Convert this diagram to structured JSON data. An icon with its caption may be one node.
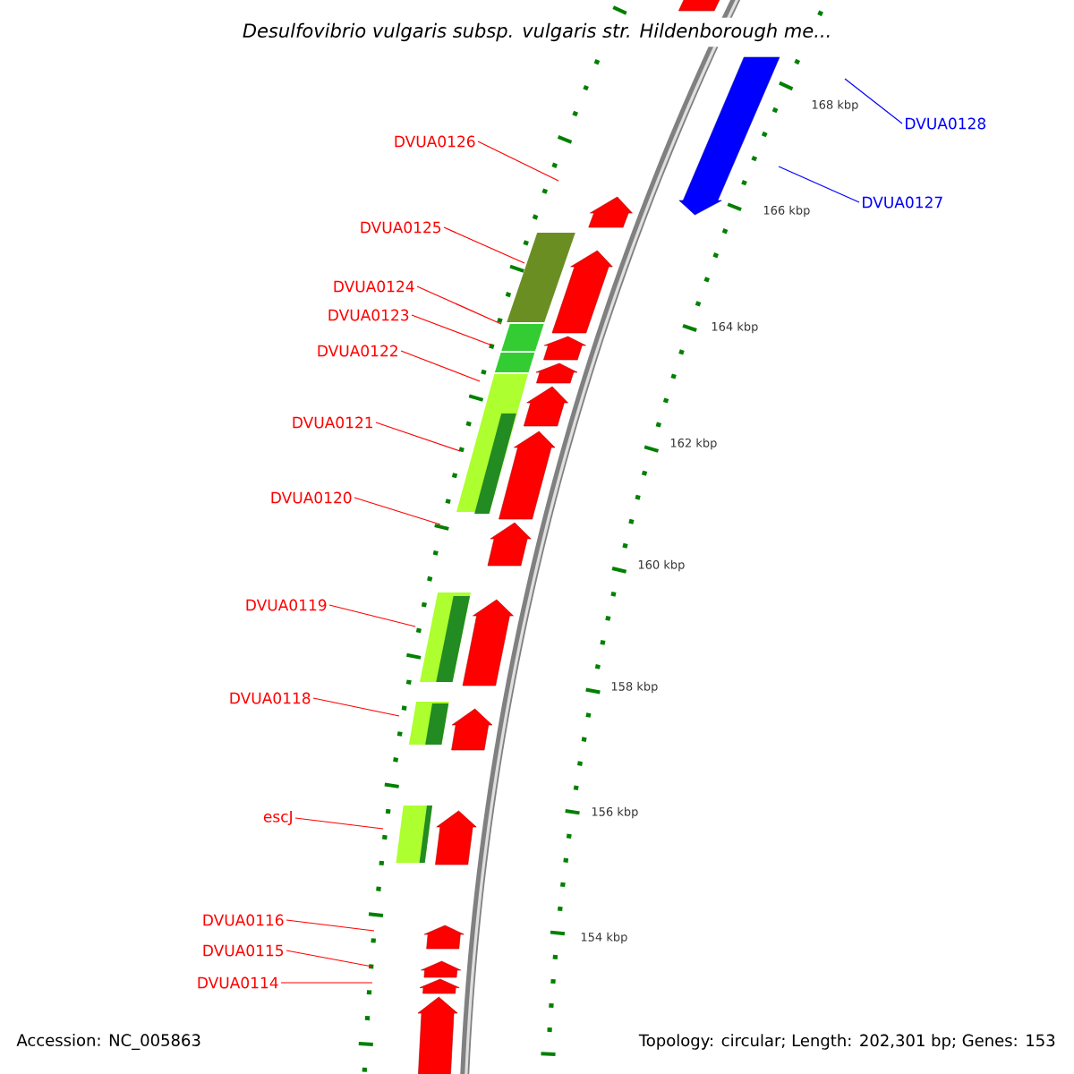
{
  "diagram": {
    "title": "Desulfovibrio vulgaris subsp. vulgaris str. Hildenborough me...",
    "nodes": [
      {
        "text": [
          "DVUA0128"
        ]
      },
      {
        "text": [
          "DVUA0126"
        ]
      },
      {
        "text": [
          "DVUA0127"
        ]
      },
      {
        "text": [
          "DVUA0125"
        ]
      },
      {
        "text": [
          "DVUA0124"
        ]
      },
      {
        "text": [
          "DVUA0123"
        ]
      },
      {
        "text": [
          "DVUA0122"
        ]
      },
      {
        "text": [
          "DVUA0121"
        ]
      },
      {
        "text": [
          "DVUA0120"
        ]
      },
      {
        "text": [
          "DVUA0119"
        ]
      },
      {
        "text": [
          "DVUA0118"
        ]
      },
      {
        "text": [
          "escJ"
        ]
      },
      {
        "text": [
          "DVUA0116"
        ]
      },
      {
        "text": [
          "DVUA0115"
        ]
      },
      {
        "text": [
          "DVUA0114"
        ]
      }
    ],
    "edges": [
      {
        "from": 0,
        "to": null,
        "arrow": "none",
        "color": "#0000ff"
      },
      {
        "from": 1,
        "to": null,
        "arrow": "none"
      },
      {
        "from": 2,
        "to": null,
        "arrow": "none",
        "color": "#0000ff"
      },
      {
        "from": 3,
        "to": null,
        "arrow": "none"
      },
      {
        "from": 4,
        "to": null,
        "arrow": "none"
      },
      {
        "from": 5,
        "to": null,
        "arrow": "none"
      },
      {
        "from": 6,
        "to": null,
        "arrow": "none"
      },
      {
        "from": 7,
        "to": null,
        "arrow": "none"
      },
      {
        "from": 8,
        "to": null,
        "arrow": "none"
      },
      {
        "from": 9,
        "to": null,
        "arrow": "none"
      },
      {
        "from": 10,
        "to": null,
        "arrow": "none"
      },
      {
        "from": 11,
        "to": null,
        "arrow": "none"
      },
      {
        "from": 12,
        "to": null,
        "arrow": "none"
      },
      {
        "from": 13,
        "to": null,
        "arrow": "none"
      },
      {
        "from": 14,
        "to": null,
        "arrow": "none"
      }
    ],
    "labels": [
      "168 kbp",
      "166 kbp",
      "164 kbp",
      "162 kbp",
      "160 kbp",
      "158 kbp",
      "156 kbp",
      "154 kbp",
      "Accession: NC_005863",
      "Topology: circular; Length: 202,301 bp; Genes: 153"
    ]
  }
}
